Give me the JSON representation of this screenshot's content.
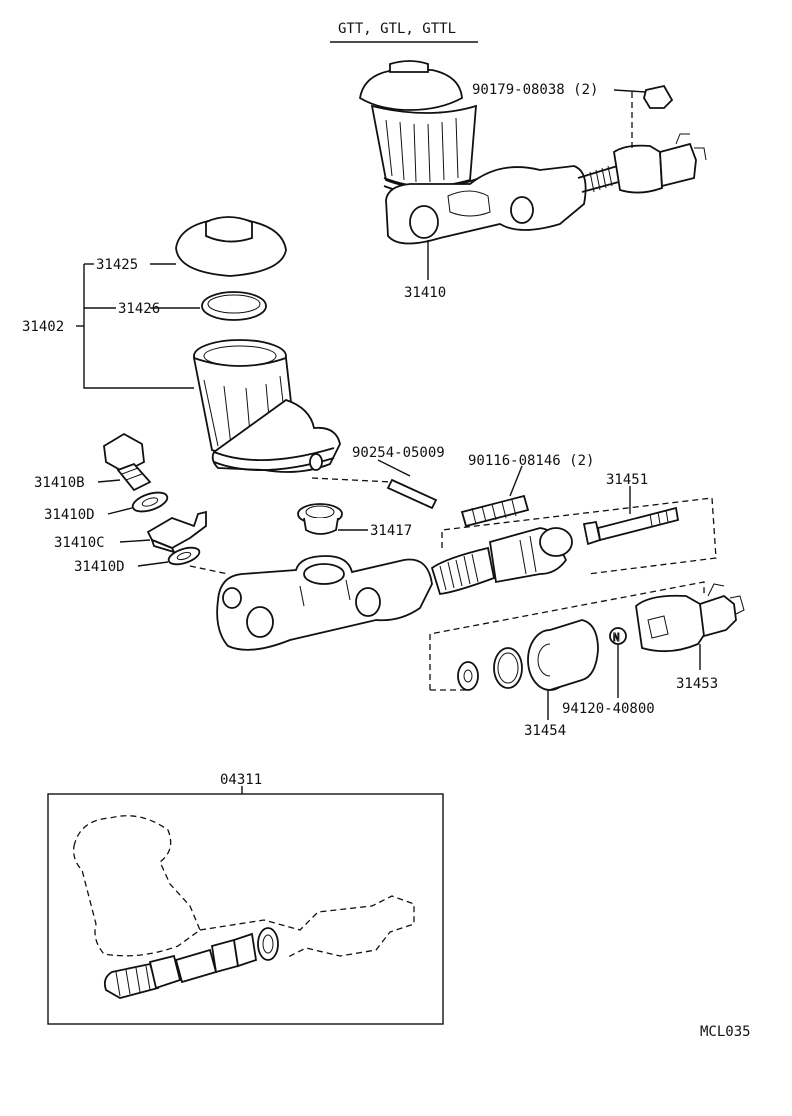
{
  "title": "GTT, GTL, GTTL",
  "diagram_code": "MCL035",
  "parts": {
    "p_90179_08038": "90179-08038 (2)",
    "p_31410": "31410",
    "p_31425": "31425",
    "p_31426": "31426",
    "p_31402": "31402",
    "p_90254_05009": "90254-05009",
    "p_90116_08146": "90116-08146 (2)",
    "p_31410B": "31410B",
    "p_31410D_a": "31410D",
    "p_31410C": "31410C",
    "p_31410D_b": "31410D",
    "p_31417": "31417",
    "p_31451": "31451",
    "p_31453": "31453",
    "p_94120_40800": "94120-40800",
    "p_31454": "31454",
    "p_04311": "04311"
  },
  "colors": {
    "line": "#111111",
    "background": "#ffffff"
  }
}
